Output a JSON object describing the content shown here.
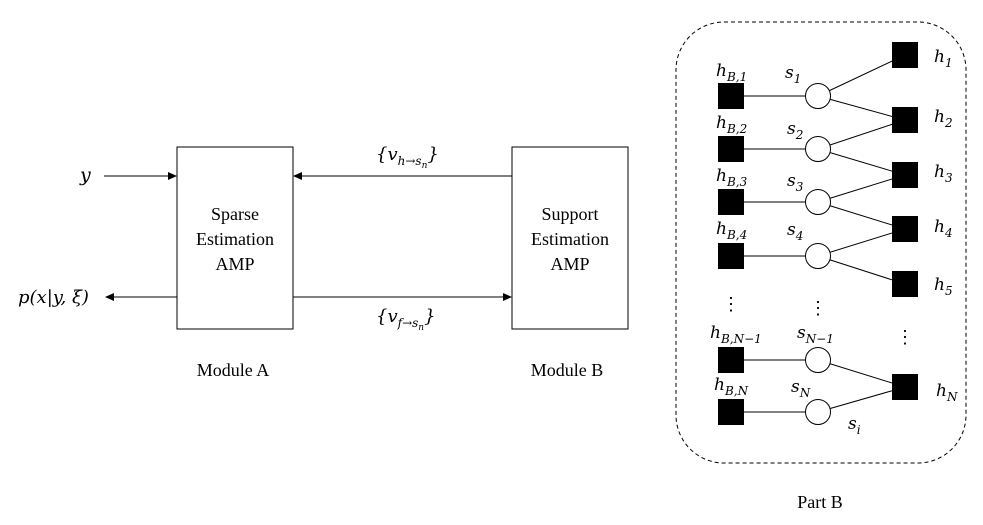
{
  "inputs": {
    "y_label": "y",
    "output_label": "p(x|y, ξ)"
  },
  "module_a": {
    "lines": [
      "Sparse",
      "Estimation",
      "AMP"
    ],
    "caption": "Module A"
  },
  "module_b": {
    "lines": [
      "Support",
      "Estimation",
      "AMP"
    ],
    "caption": "Module B"
  },
  "messages": {
    "top": {
      "prefix": "{v",
      "sub": "h→s",
      "subsub": "n",
      "suffix": "}"
    },
    "bottom": {
      "prefix": "{v",
      "sub": "f→s",
      "subsub": "n",
      "suffix": "}"
    }
  },
  "factor_graph": {
    "caption": "Part B",
    "hb_nodes": [
      {
        "base": "h",
        "sub": "B,1"
      },
      {
        "base": "h",
        "sub": "B,2"
      },
      {
        "base": "h",
        "sub": "B,3"
      },
      {
        "base": "h",
        "sub": "B,4"
      },
      {
        "base": "h",
        "sub": "B,N−1"
      },
      {
        "base": "h",
        "sub": "B,N"
      }
    ],
    "s_nodes": [
      {
        "base": "s",
        "sub": "1"
      },
      {
        "base": "s",
        "sub": "2"
      },
      {
        "base": "s",
        "sub": "3"
      },
      {
        "base": "s",
        "sub": "4"
      },
      {
        "base": "s",
        "sub": "N−1"
      },
      {
        "base": "s",
        "sub": "N"
      }
    ],
    "h_nodes": [
      {
        "base": "h",
        "sub": "1"
      },
      {
        "base": "h",
        "sub": "2"
      },
      {
        "base": "h",
        "sub": "3"
      },
      {
        "base": "h",
        "sub": "4"
      },
      {
        "base": "h",
        "sub": "5"
      },
      {
        "base": "h",
        "sub": "N"
      }
    ],
    "si_label": {
      "base": "s",
      "sub": "i"
    },
    "ellipsis": "⋮"
  }
}
